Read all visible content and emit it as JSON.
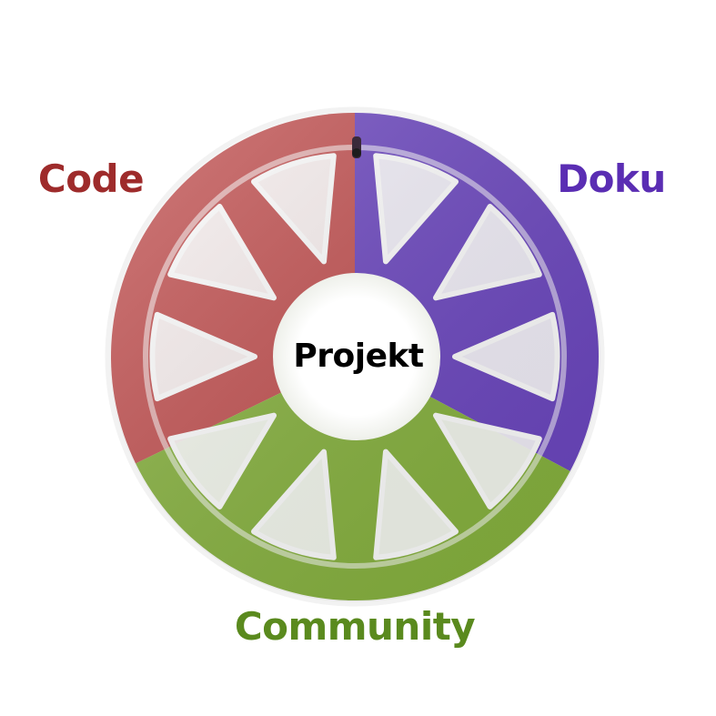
{
  "diagram": {
    "center_label": "Projekt",
    "sections": [
      {
        "key": "code",
        "label": "Code",
        "color": "#9e2b2b",
        "fill": "#c35050"
      },
      {
        "key": "doku",
        "label": "Doku",
        "color": "#5a2db3",
        "fill": "#6a44c0"
      },
      {
        "key": "community",
        "label": "Community",
        "color": "#5a8a1e",
        "fill": "#86b23c"
      }
    ],
    "center_color": "#000000",
    "spoke_count": 10,
    "icon": "alloy-wheel-icon"
  }
}
